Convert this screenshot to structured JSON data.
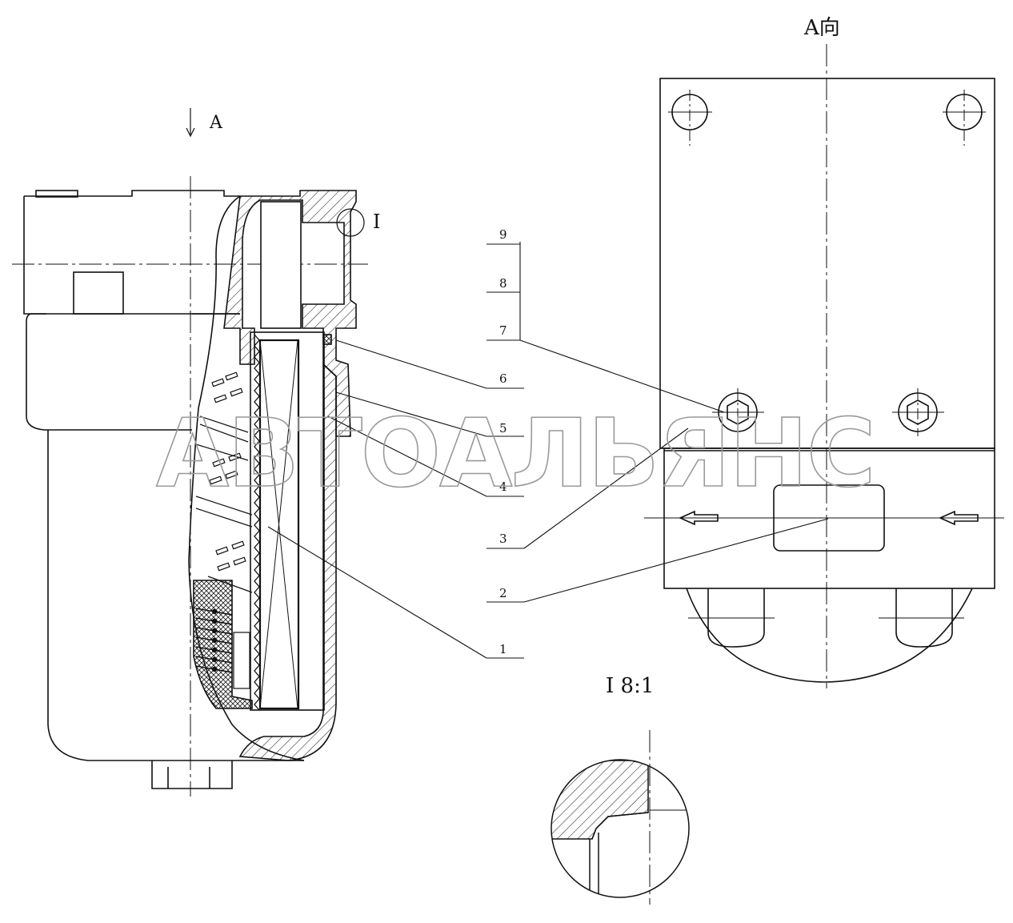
{
  "view_labels": {
    "view_a_title": "A向",
    "view_arrow_label": "A",
    "detail_callout": "I",
    "detail_title": "I 8:1"
  },
  "part_numbers": [
    "9",
    "8",
    "7",
    "6",
    "5",
    "4",
    "3",
    "2",
    "1"
  ],
  "watermark": "АВТОАЛЬЯНС",
  "colors": {
    "line": "#111111",
    "watermark": "#9a9a9a",
    "background": "#ffffff"
  }
}
